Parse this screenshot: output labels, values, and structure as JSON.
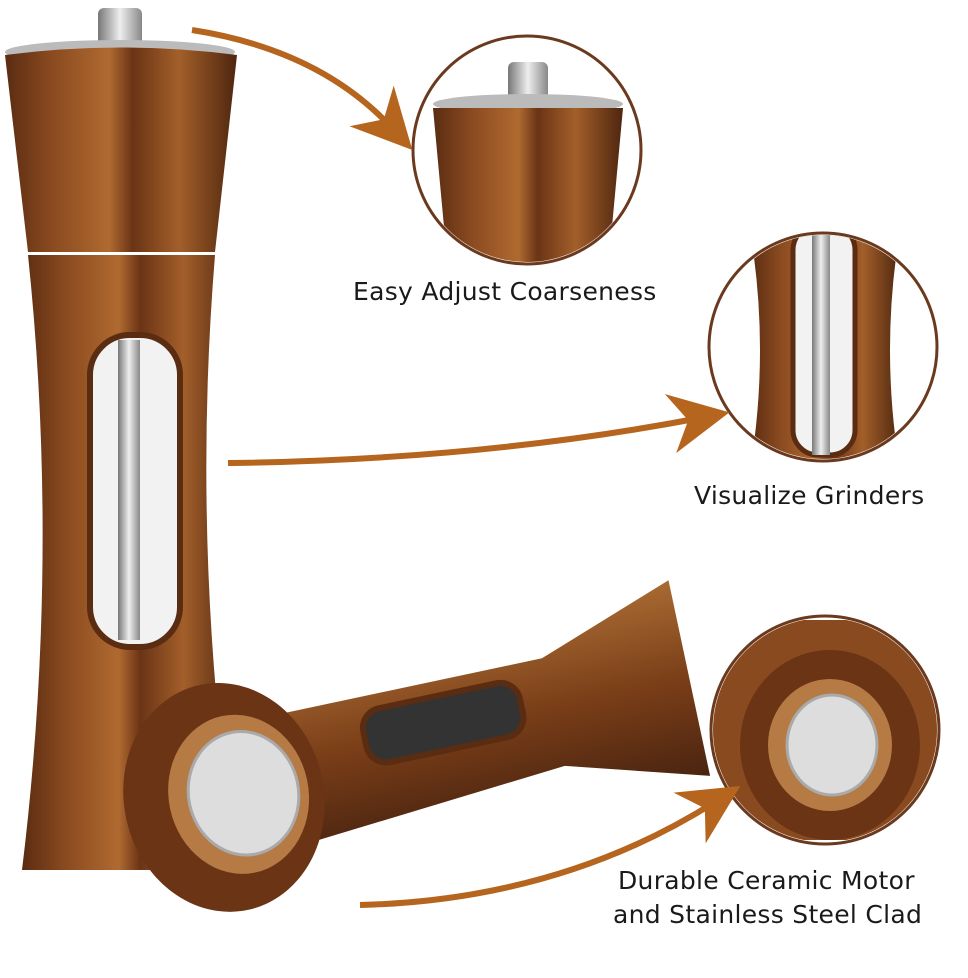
{
  "colors": {
    "accent": "#b5651d",
    "wood_light": "#a0602a",
    "wood_dark": "#4a2410",
    "steel": "#b8b8b8"
  },
  "callouts": [
    {
      "label": "Easy Adjust Coarseness"
    },
    {
      "label": "Visualize Grinders"
    },
    {
      "label_line1": "Durable Ceramic Motor",
      "label_line2": "and Stainless Steel Clad"
    }
  ]
}
